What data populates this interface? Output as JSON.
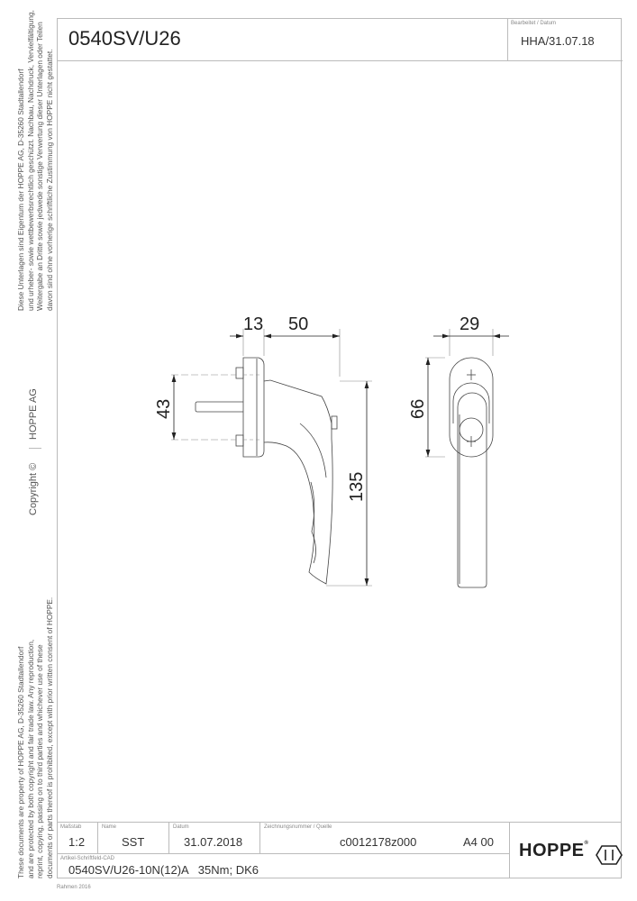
{
  "header": {
    "title": "0540SV/U26",
    "edited_label": "Bearbeitet  / Datum",
    "edited_value": "HHA/31.07.18"
  },
  "side_text": {
    "german": [
      "Diese Unterlagen sind Eigentum der  HOPPE AG, D-35260 Stadtallendorf",
      "und urheber- sowie wettbewerbsrechtlich geschützt. Nachbau, Nachdruck, Vervielfältigung,",
      "Weitergabe an Dritte sowie jedwede sonstige Verwertung dieser Unterlagen oder Teilen",
      "davon sind ohne vorherige schriftliche Zustimmung von HOPPE nicht gestattet."
    ],
    "copyright": "Copyright ©",
    "company": "HOPPE  AG",
    "english": [
      "These documents are property of HOPPE AG, D-35260 Stadtallendorf",
      "and are protected by both copyright and fair trade law. Any reproduction,",
      "reprint, copying, passing on to third parties and whichever use of these",
      "documents or parts thereof is prohibited, except with prior written consent of HOPPE."
    ]
  },
  "drawing": {
    "dimensions": {
      "rose_depth": "13",
      "handle_depth": "50",
      "screw_spacing": "43",
      "handle_length": "135",
      "rose_width": "29",
      "rose_height": "66"
    }
  },
  "title_block": {
    "scale_label": "Maßstab",
    "scale": "1:2",
    "name_label": "Name",
    "name": "SST",
    "date_label": "Datum",
    "date": "31.07.2018",
    "drawing_no_label": "Zeichnungsnummer / Quelle",
    "drawing_no": "c0012178z000",
    "format": "A4 00",
    "article_label": "Artikel-Schriftfeld-CAD",
    "article": "0540SV/U26-10N(12)A   35Nm; DK6",
    "logo_text": "HOPPE",
    "frame_note": "Rahmen 2016"
  }
}
